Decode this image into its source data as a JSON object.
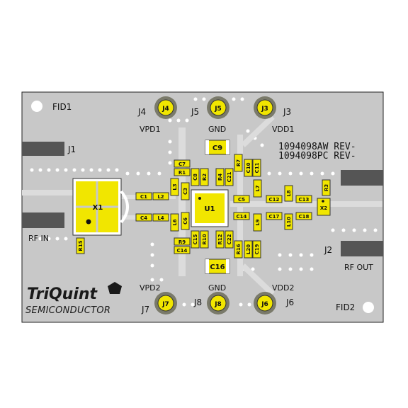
{
  "fiducials": {
    "fid1": "FID1",
    "fid2": "FID2"
  },
  "connectors": {
    "j4": {
      "pad": "J4",
      "ref": "J4",
      "net": "VPD1"
    },
    "j5": {
      "pad": "J5",
      "ref": "J5",
      "net": "GND"
    },
    "j3": {
      "pad": "J3",
      "ref": "J3",
      "net": "VDD1"
    },
    "j7": {
      "pad": "J7",
      "ref": "J7",
      "net": "VPD2"
    },
    "j8": {
      "pad": "J8",
      "ref": "J8",
      "net": "GND"
    },
    "j6": {
      "pad": "J6",
      "ref": "J6",
      "net": "VDD2"
    }
  },
  "rf_ports": {
    "j1": {
      "ref": "J1",
      "label": "RF IN"
    },
    "j2": {
      "ref": "J2",
      "label": "RF OUT"
    }
  },
  "revision": {
    "line1": "1094098AW REV-",
    "line2": "1094098PC REV-"
  },
  "ics": {
    "x1": "X1",
    "u1": "U1",
    "x2": "X2"
  },
  "components": {
    "c9": "C9",
    "c7": "C7",
    "r1": "R1",
    "c8": "C8",
    "r2": "R2",
    "l3": "L3",
    "c3": "C3",
    "r4": "R4",
    "c21": "C21",
    "r7": "R7",
    "c10": "C10",
    "c11": "C11",
    "c1": "C1",
    "l2": "L2",
    "c4": "C4",
    "l4": "L4",
    "l6": "L6",
    "c6": "C6",
    "c5": "C5",
    "l7": "L7",
    "l8": "L8",
    "c12": "C12",
    "c13": "C13",
    "r3": "R3",
    "c14": "C14",
    "c17": "C17",
    "c18": "C18",
    "l9": "L9",
    "l10": "L10",
    "r9": "R9",
    "c15": "C15",
    "r10": "R10",
    "r12": "R12",
    "c22": "C22",
    "r16": "R16",
    "l20": "L20",
    "c19": "C19",
    "c16": "C16",
    "r15": "R15",
    "c14b": "C14"
  },
  "logo": {
    "name": "TriQuint",
    "sub": "SEMICONDUCTOR"
  },
  "colors": {
    "board": "#c8c8c8",
    "trace": "#dcdcdc",
    "pad": "#f1e600",
    "dark_pad": "#555555",
    "outline": "#222222"
  }
}
